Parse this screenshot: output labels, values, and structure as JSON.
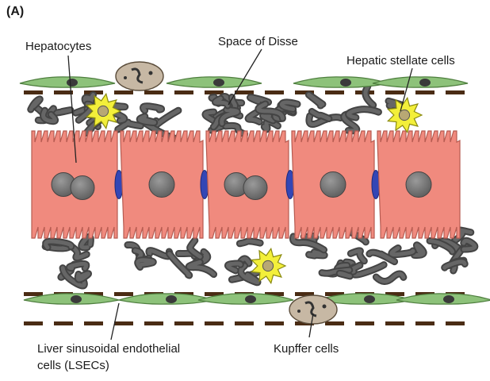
{
  "figure": {
    "panel_label": "(A)",
    "labels": {
      "hepatocytes": "Hepatocytes",
      "space_of_disse": "Space of Disse",
      "stellate": "Hepatic stellate cells",
      "lsec_line1": "Liver sinusoidal endothelial",
      "lsec_line2": "cells (LSECs)",
      "kupffer": "Kupffer cells"
    },
    "colors": {
      "hepatocyte": "#f08a7e",
      "nucleus": "#7a7a7a",
      "junction": "#3346b5",
      "endothelium": "#8dc27a",
      "stellate": "#f3ef3a",
      "kupffer": "#c7b8a4",
      "matrix": "#444444",
      "sinusoid_wall": "#4a2c14"
    }
  }
}
